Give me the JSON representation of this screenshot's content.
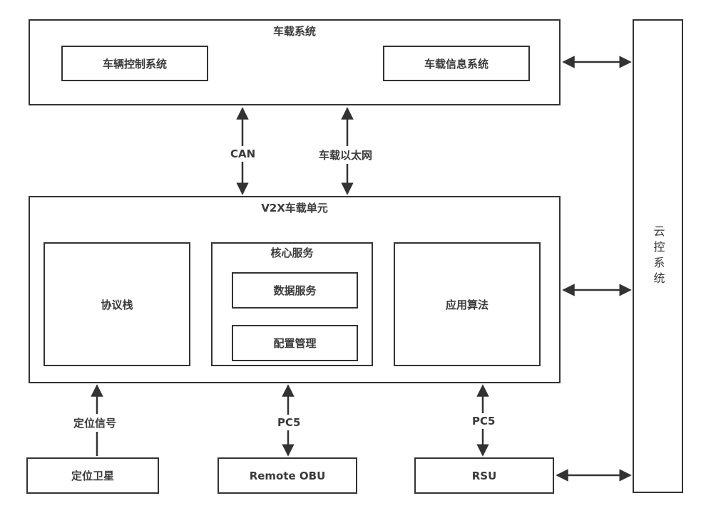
{
  "vehicle_system": {
    "title": "车载系统",
    "control": "车辆控制系统",
    "info": "车载信息系统"
  },
  "links_top": {
    "can": "CAN",
    "ethernet": "车载以太网"
  },
  "v2x_unit": {
    "title": "V2X车载单元",
    "protocol_stack": "协议栈",
    "core_services": {
      "title": "核心服务",
      "data_service": "数据服务",
      "config_mgmt": "配置管理"
    },
    "app_algorithm": "应用算法"
  },
  "links_bottom": {
    "positioning_signal": "定位信号",
    "pc5_obu": "PC5",
    "pc5_rsu": "PC5"
  },
  "external": {
    "satellite": "定位卫星",
    "remote_obu": "Remote OBU",
    "rsu": "RSU"
  },
  "cloud": {
    "title": "云控系统"
  },
  "colors": {
    "stroke": "#333333",
    "background": "#ffffff"
  }
}
